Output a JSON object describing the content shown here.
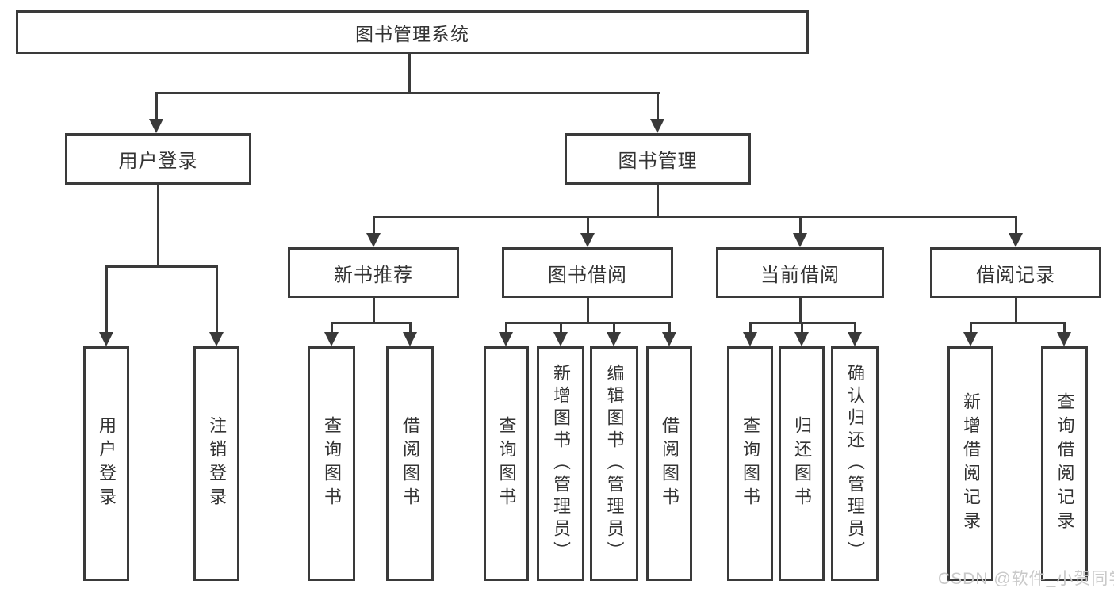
{
  "diagram": {
    "title": "图书管理系统",
    "nodes": {
      "root": {
        "label": "图书管理系统"
      },
      "user_login": {
        "label": "用户登录"
      },
      "book_mgmt": {
        "label": "图书管理"
      },
      "new_book_rec": {
        "label": "新书推荐"
      },
      "book_borrow": {
        "label": "图书借阅"
      },
      "current_borrow": {
        "label": "当前借阅"
      },
      "borrow_record": {
        "label": "借阅记录"
      },
      "leaf_user_login": {
        "label": "用户登录"
      },
      "leaf_logout": {
        "label": "注销登录"
      },
      "leaf_query_book_rec": {
        "label": "查询图书"
      },
      "leaf_borrow_book_rec": {
        "label": "借阅图书"
      },
      "leaf_query_book_borrow": {
        "label": "查询图书"
      },
      "leaf_add_book": {
        "label": "新增图书（管理员）"
      },
      "leaf_edit_book": {
        "label": "编辑图书（管理员）"
      },
      "leaf_borrow_book_borrow": {
        "label": "借阅图书"
      },
      "leaf_query_book_current": {
        "label": "查询图书"
      },
      "leaf_return_book": {
        "label": "归还图书"
      },
      "leaf_confirm_return": {
        "label": "确认归还（管理员）"
      },
      "leaf_add_borrow_record": {
        "label": "新增借阅记录"
      },
      "leaf_query_borrow_record": {
        "label": "查询借阅记录"
      }
    },
    "watermark": "CSDN @软件_小贺同学",
    "colors": {
      "border": "#3a3a3a",
      "line": "#3a3a3a",
      "text": "#333333",
      "watermark": "#c9c9c9",
      "background": "#ffffff"
    }
  }
}
